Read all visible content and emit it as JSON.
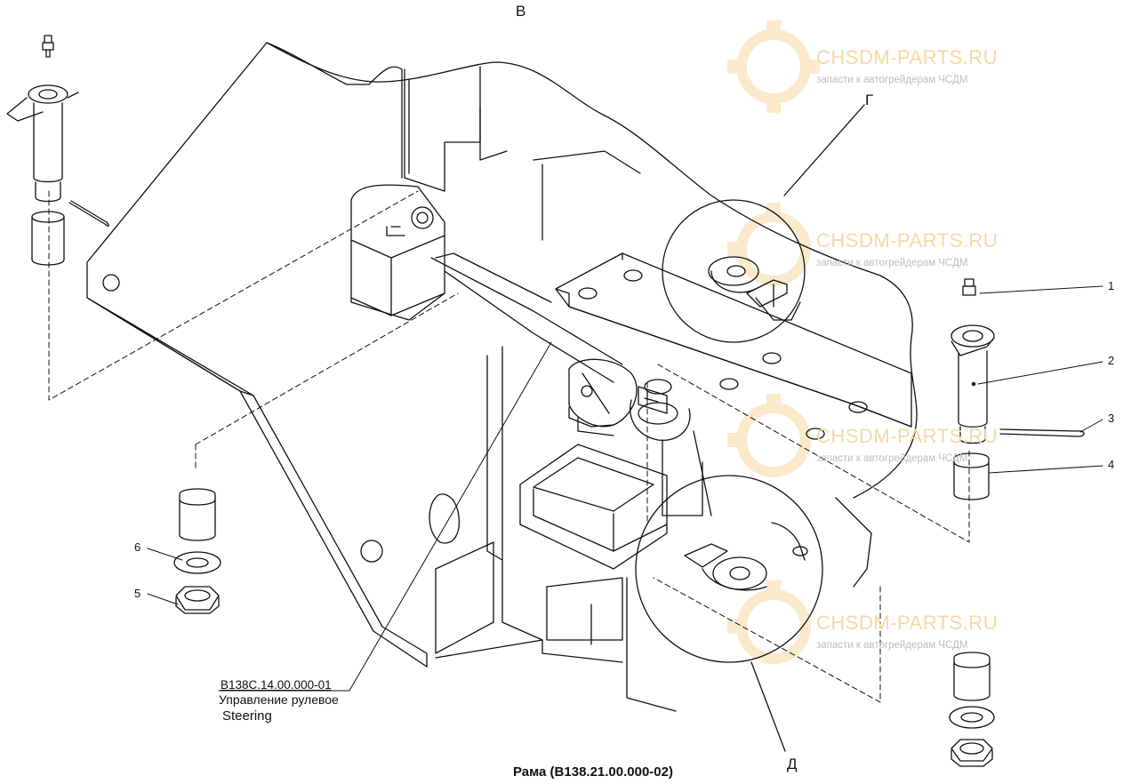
{
  "view_labels": {
    "main": "В",
    "detail_g": "Г",
    "detail_d": "Д"
  },
  "callouts": [
    "1",
    "2",
    "3",
    "4",
    "5",
    "6"
  ],
  "watermark": {
    "site": "CHSDM-PARTS.RU",
    "tagline": "запасти к автогрейдерам ЧСДМ",
    "color": "#f6d9a6"
  },
  "reference": {
    "code": "В138С.14.00.000-01",
    "name_ru": "Управление рулевое",
    "name_en": "Steering"
  },
  "title": "Рама (В138.21.00.000-02)",
  "colors": {
    "line": "#111111",
    "background": "#ffffff",
    "watermark_text": "#f6d9a6",
    "watermark_sub": "#bdbdbd"
  }
}
